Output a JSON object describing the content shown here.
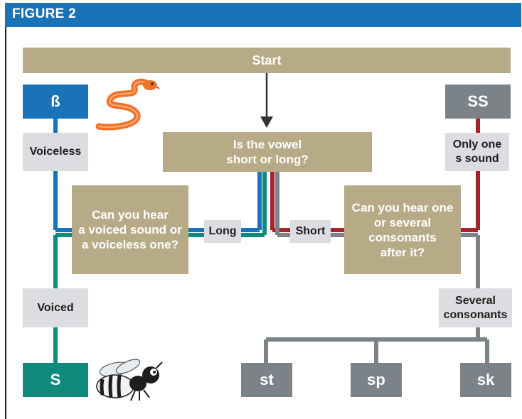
{
  "figure": {
    "title": "FIGURE 2"
  },
  "nodes": {
    "start": "Start",
    "vowel_question": "Is the vowel\nshort or long?",
    "voice_question": "Can you hear\na voiced sound or\na voiceless one?",
    "consonant_question": "Can you hear one\nor several\nconsonants\nafter it?",
    "long": "Long",
    "short": "Short",
    "voiceless": "Voiceless",
    "voiced": "Voiced",
    "only_one": "Only one\ns sound",
    "several": "Several\nconsonants"
  },
  "outcomes": {
    "eszett": "ß",
    "s": "S",
    "ss": "SS",
    "st": "st",
    "sp": "sp",
    "sk": "sk"
  },
  "icons": {
    "snake": "snake-icon",
    "bee": "bee-icon"
  },
  "colors": {
    "header": "#1a72b9",
    "tan": "#b7aa86",
    "label": "#dcdde0",
    "blue": "#1a72b9",
    "teal": "#0f8a7d",
    "grey": "#7b8388",
    "red": "#a3242b",
    "snake": "#f0712a"
  }
}
